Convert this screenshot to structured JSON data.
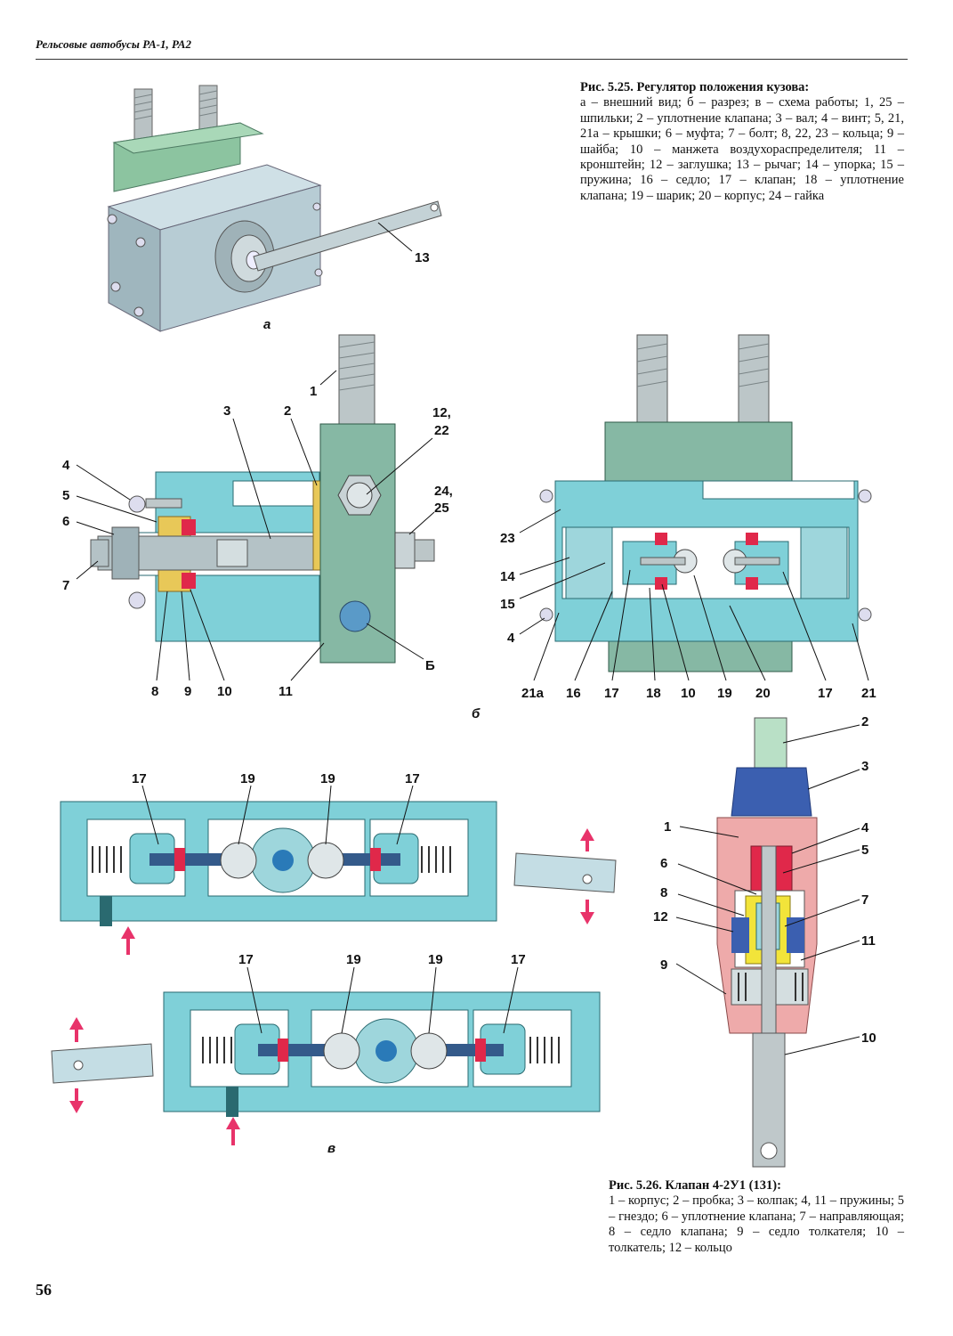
{
  "header": {
    "running_title": "Рельсовые автобусы РА-1, РА2"
  },
  "figure_525": {
    "caption_title": "Рис. 5.25. Регулятор положения кузова:",
    "caption_body": "а – внешний вид; б – разрез; в – схема работы; 1, 25 – шпильки; 2 – уплотнение клапана; 3 – вал; 4 – винт; 5, 21, 21а – крышки; 6 – муфта; 7 – болт; 8, 22, 23 – кольца; 9 – шайба; 10 – манжета воздухораспределителя; 11 – кронштейн; 12 – заглушка; 13 – рычаг; 14 – упорка; 15 – пружина; 16 – седло; 17 – клапан; 18 – уплотнение клапана; 19 – шарик; 20 – корпус; 24 – гайка",
    "subfig_a": "а",
    "subfig_b": "б",
    "subfig_v": "в",
    "labels_a": {
      "l13": "13"
    },
    "labels_b_left": {
      "l1": "1",
      "l3": "3",
      "l2": "2",
      "l12_22a": "12,",
      "l12_22b": "22",
      "l24_25a": "24,",
      "l24_25b": "25",
      "l4": "4",
      "l5": "5",
      "l6": "6",
      "l7": "7",
      "l8": "8",
      "l9": "9",
      "l10": "10",
      "l11": "11",
      "lB": "Б"
    },
    "labels_b_right": {
      "l23": "23",
      "l14": "14",
      "l15": "15",
      "l4": "4",
      "l21a": "21а",
      "l16": "16",
      "l17a": "17",
      "l18": "18",
      "l10": "10",
      "l19": "19",
      "l20": "20",
      "l17b": "17",
      "l21": "21"
    },
    "labels_v_top": {
      "l17a": "17",
      "l19a": "19",
      "l19b": "19",
      "l17b": "17"
    },
    "labels_v_bottom": {
      "l17a": "17",
      "l19a": "19",
      "l19b": "19",
      "l17b": "17"
    }
  },
  "figure_526": {
    "caption_title": "Рис. 5.26. Клапан 4-2У1 (131):",
    "caption_body": "1 – корпус; 2 – пробка; 3 – колпак; 4, 11 – пружины; 5 – гнездо; 6 – уплотнение клапана; 7 – направляющая; 8 – седло клапана; 9 – седло толкателя; 10 – толкатель; 12 – кольцо",
    "labels": {
      "l2": "2",
      "l3": "3",
      "l1": "1",
      "l4": "4",
      "l5": "5",
      "l6": "6",
      "l7": "7",
      "l8": "8",
      "l12": "12",
      "l11": "11",
      "l9": "9",
      "l10": "10"
    }
  },
  "page_number": "56",
  "colors": {
    "body_cyan": "#7fd0d8",
    "body_green": "#86b8a4",
    "seal_red": "#e0284a",
    "arrow_pink": "#e8336a",
    "valve_pink": "#eeaaaa"
  }
}
